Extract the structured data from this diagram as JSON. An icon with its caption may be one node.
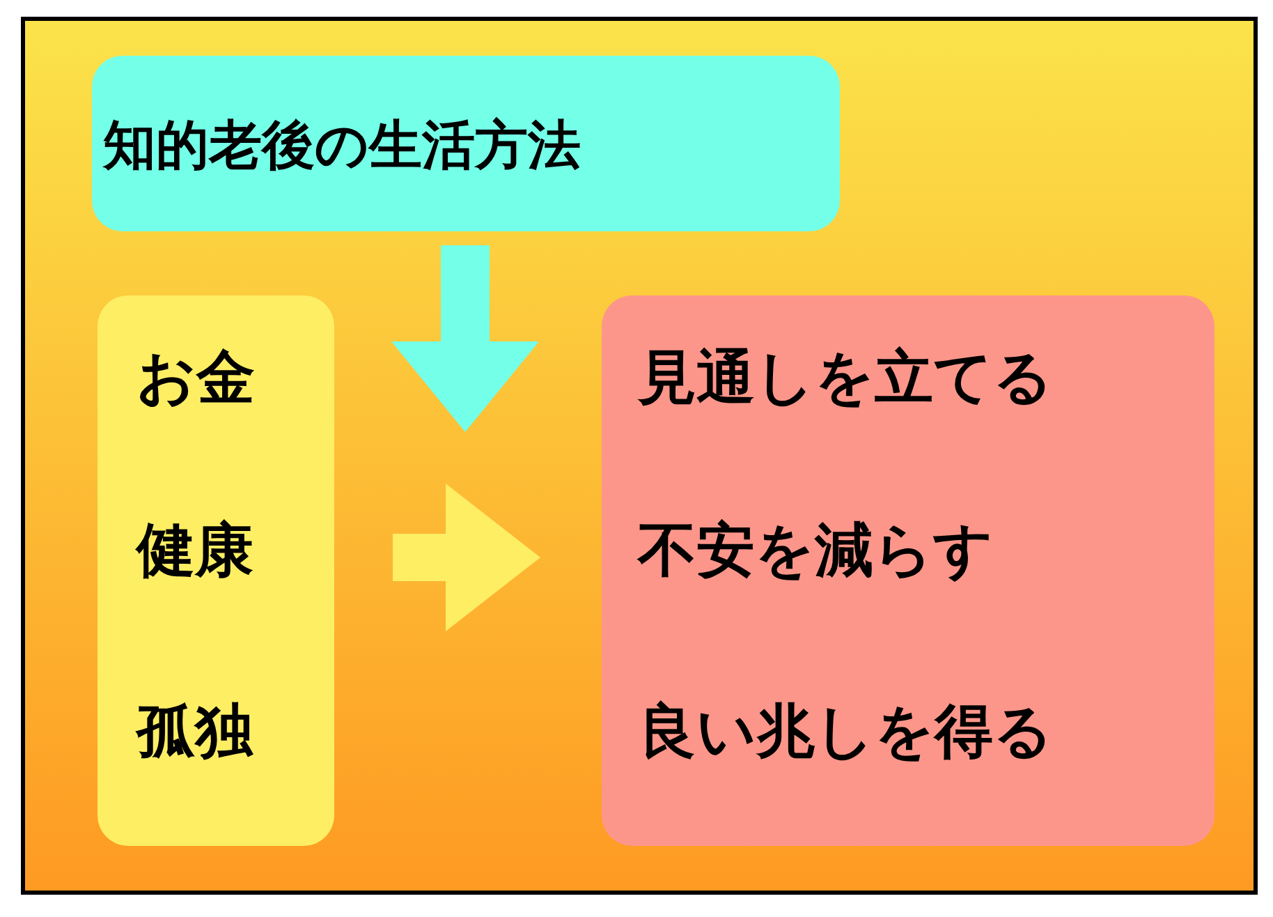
{
  "diagram": {
    "nodes": [
      {
        "text": [
          "知的老後の生活方法"
        ]
      },
      {
        "text": [
          "お金",
          "健康",
          "孤独"
        ]
      },
      {
        "text": [
          "見通しを立てる",
          "不安を減らす",
          "良い兆しを得る"
        ]
      }
    ],
    "edges": [
      {
        "from": 0,
        "to": null,
        "arrow": "to",
        "color": "#74ffe8"
      },
      {
        "from": 1,
        "to": 2,
        "arrow": "to",
        "color": "#fdee64"
      }
    ]
  }
}
